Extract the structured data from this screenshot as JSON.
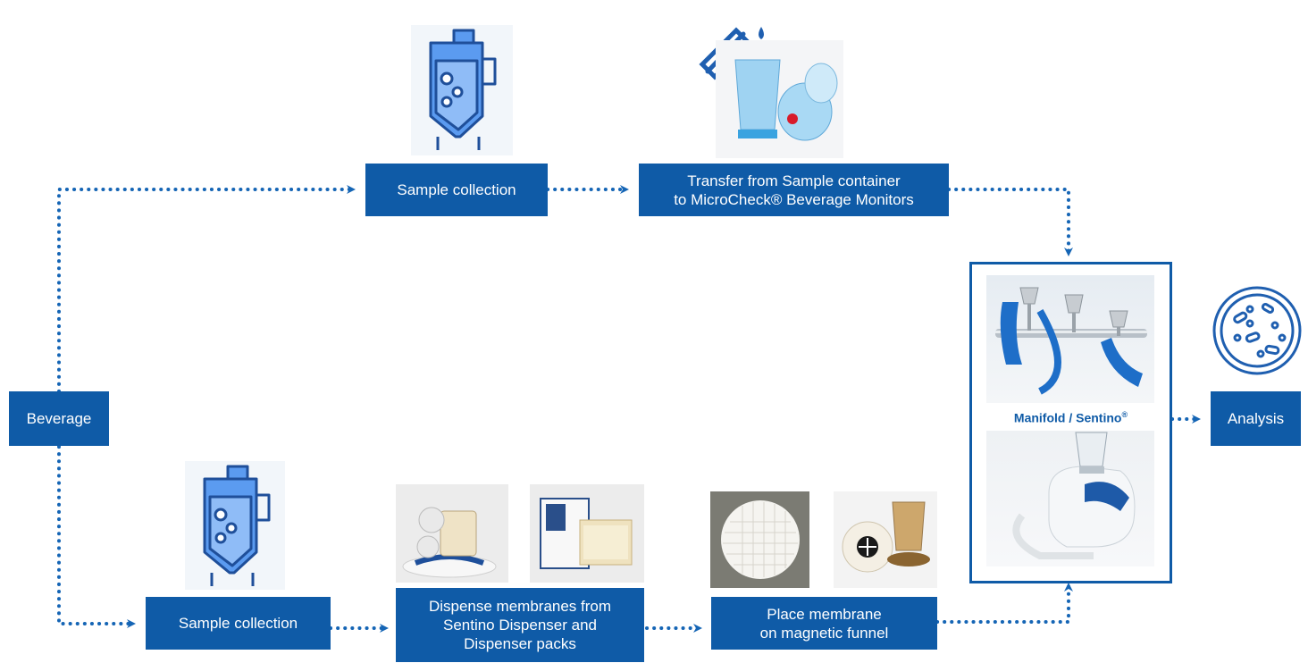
{
  "nodes": {
    "beverage": "Beverage",
    "sample_collection_top": "Sample collection",
    "transfer": [
      "Transfer from Sample container",
      "to MicroCheck® Beverage Monitors"
    ],
    "sample_collection_bottom": "Sample collection",
    "dispense": [
      "Dispense membranes from",
      "Sentino Dispenser and",
      "Dispenser packs"
    ],
    "place": [
      "Place membrane",
      "on magnetic funnel"
    ],
    "analysis": "Analysis"
  },
  "manifold_caption": "Manifold / Sentino",
  "manifold_caption_mark": "®",
  "icons": {
    "tank_top": "beverage-tank-icon",
    "tank_bottom": "beverage-tank-icon",
    "petri": "petri-dish-icon",
    "test_tube": "test-tube-drops-icon"
  },
  "colors": {
    "brand_blue": "#0f5ba7",
    "line_blue": "#1565b5"
  }
}
